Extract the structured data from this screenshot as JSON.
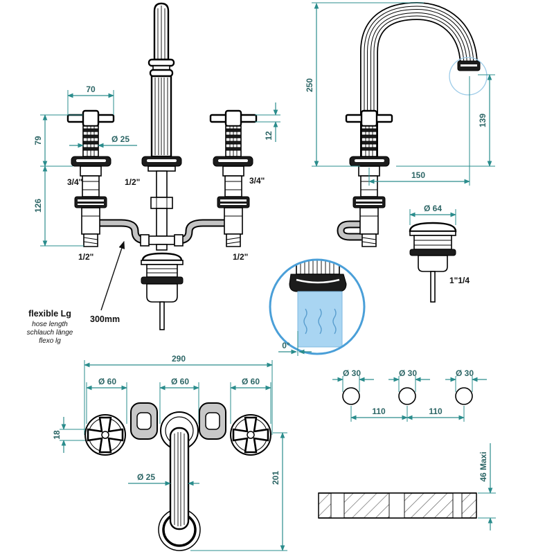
{
  "front_view": {
    "dim_handle_width": "70",
    "dim_handle_height": "79",
    "dim_stem_dia": "Ø 25",
    "dim_valve_height": "126",
    "dim_handle_bar": "12",
    "thread_left_top": "3/4\"",
    "thread_center": "1/2\"",
    "thread_right_top": "3/4\"",
    "thread_left_bottom": "1/2\"",
    "thread_right_bottom": "1/2\"",
    "hose_label": {
      "title": "flexible Lg",
      "en": "hose length",
      "de": "schlauch länge",
      "it": "flexo lg"
    },
    "hose_length": "300mm"
  },
  "side_view": {
    "dim_height": "250",
    "dim_outlet_height": "139",
    "dim_reach": "150",
    "drain_dia": "Ø 64",
    "drain_thread": "1\"1/4"
  },
  "detail": {
    "angle": "0°"
  },
  "top_view": {
    "dim_total_width": "290",
    "dim_left_handle": "Ø 60",
    "dim_spout_base": "Ø 60",
    "dim_right_handle": "Ø 60",
    "dim_handle_arm": "18",
    "dim_spout_dia": "Ø 25",
    "dim_spout_length": "201"
  },
  "holes": {
    "dia_left": "Ø 30",
    "dia_center": "Ø 30",
    "dia_right": "Ø 30",
    "spacing_left": "110",
    "spacing_right": "110",
    "max_thickness": "46 Maxi"
  },
  "colors": {
    "dimension": "#2a8c8c",
    "highlight": "#4a9fd8",
    "water": "#a9d5f2",
    "outline": "#000000"
  }
}
